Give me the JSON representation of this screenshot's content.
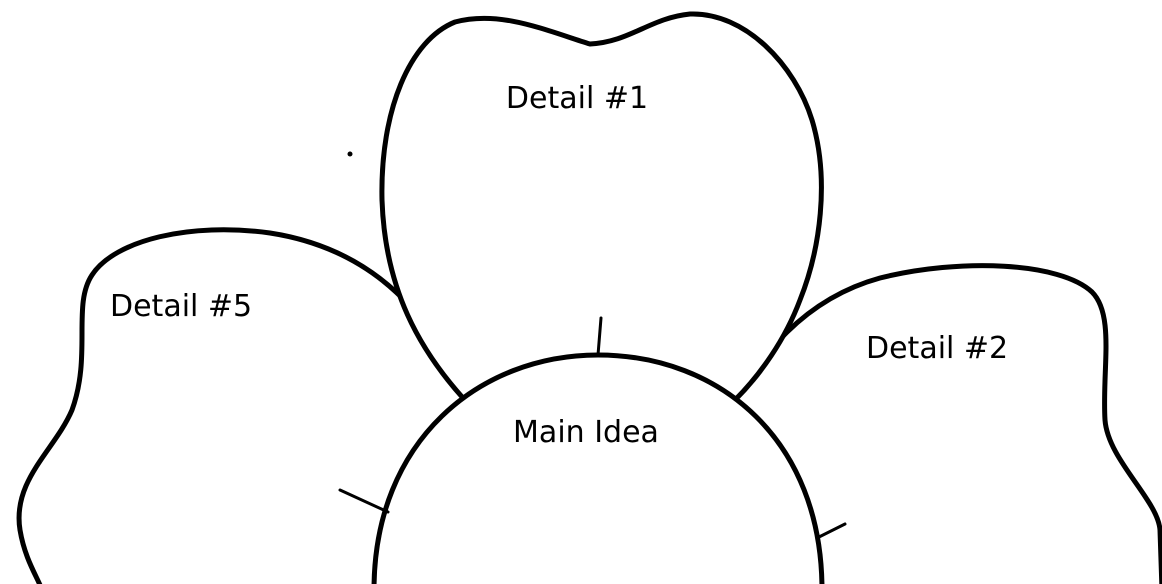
{
  "petals": [
    {
      "id": "detail-1",
      "label": "Detail #1"
    },
    {
      "id": "detail-2",
      "label": "Detail #2"
    },
    {
      "id": "detail-5",
      "label": "Detail #5"
    }
  ],
  "center": {
    "label": "Main Idea"
  },
  "colors": {
    "stroke": "#000000",
    "fill": "#ffffff"
  }
}
